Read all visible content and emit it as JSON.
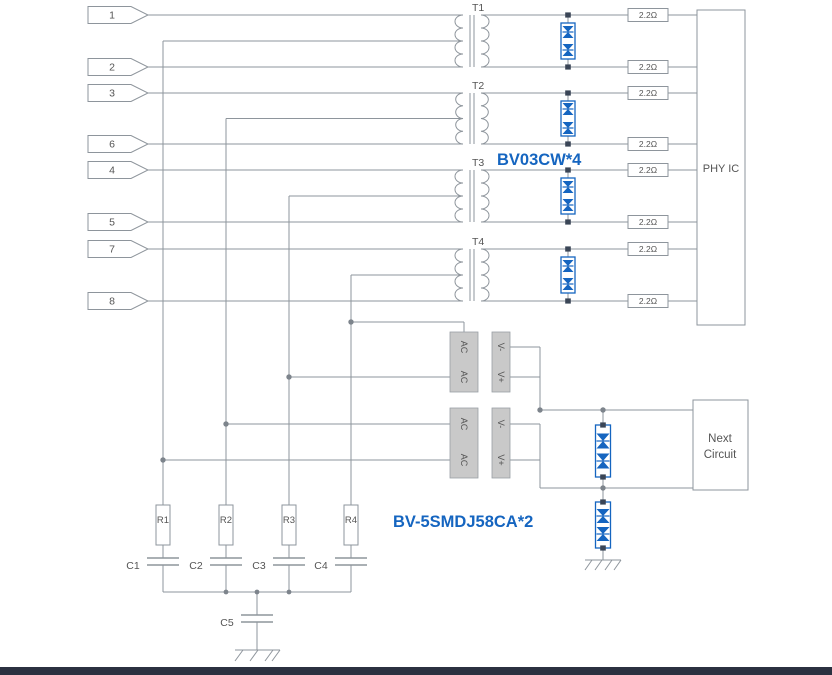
{
  "pins": [
    "1",
    "2",
    "3",
    "6",
    "4",
    "5",
    "7",
    "8"
  ],
  "transformers": [
    "T1",
    "T2",
    "T3",
    "T4"
  ],
  "series_resistor_value": "2.2Ω",
  "labels": {
    "tvs_top": "BV03CW*4",
    "tvs_bottom": "BV-5SMDJ58CA*2"
  },
  "blocks": {
    "phy": "PHY IC",
    "next_line1": "Next",
    "next_line2": "Circuit"
  },
  "bridge": {
    "ac": "AC",
    "v_minus": "V-",
    "v_plus": "V+"
  },
  "resistors": [
    "R1",
    "R2",
    "R3",
    "R4"
  ],
  "capacitors": [
    "C1",
    "C2",
    "C3",
    "C4",
    "C5"
  ],
  "colors": {
    "component_blue": "#1565c0",
    "wire_gray": "#8e959c",
    "block_fill_gray": "#c9c9c9",
    "text_gray": "#555555",
    "bottom_bar": "#2b3140"
  }
}
